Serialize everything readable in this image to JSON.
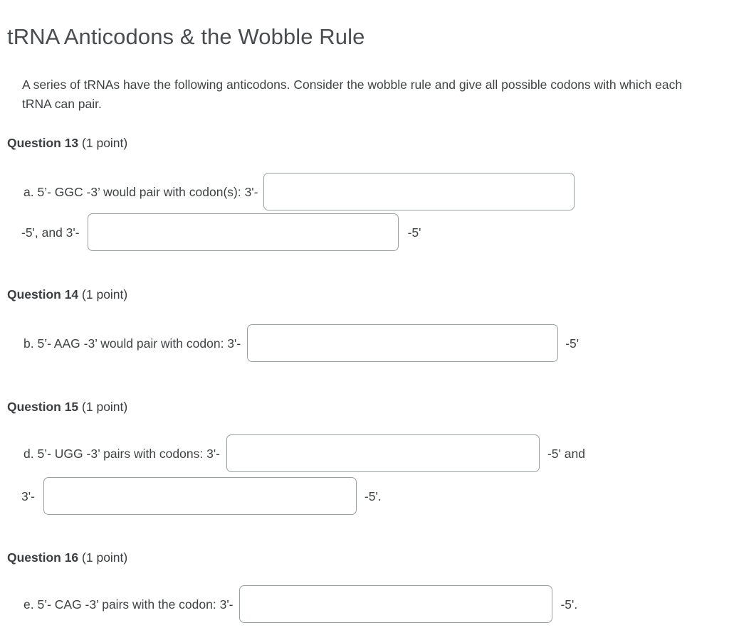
{
  "header": {
    "title": "tRNA Anticodons & the Wobble Rule",
    "intro": "A series of tRNAs have the following anticodons. Consider the wobble rule and give all possible codons with which each tRNA can pair."
  },
  "questions": [
    {
      "id": "q13",
      "label": "Question 13",
      "points": " (1 point)",
      "rows": [
        {
          "prefix": "a. 5’- GGC -3’ would pair with codon(s): 3'-",
          "suffix": "",
          "input": {
            "value": "",
            "placeholder": ""
          }
        },
        {
          "prefix": "-5', and 3'-",
          "suffix": "-5'",
          "input": {
            "value": "",
            "placeholder": ""
          }
        }
      ]
    },
    {
      "id": "q14",
      "label": "Question 14",
      "points": " (1 point)",
      "rows": [
        {
          "prefix": "b. 5’- AAG -3’ would pair with codon: 3'-",
          "suffix": "-5'",
          "input": {
            "value": "",
            "placeholder": ""
          }
        }
      ]
    },
    {
      "id": "q15",
      "label": "Question 15",
      "points": " (1 point)",
      "rows": [
        {
          "prefix": "d. 5’- UGG -3’ pairs with codons: 3'-",
          "suffix": "-5' and",
          "input": {
            "value": "",
            "placeholder": ""
          }
        },
        {
          "prefix": "3'-",
          "suffix": "-5'.",
          "input": {
            "value": "",
            "placeholder": ""
          }
        }
      ]
    },
    {
      "id": "q16",
      "label": "Question 16",
      "points": " (1 point)",
      "rows": [
        {
          "prefix": "e. 5’- CAG -3’ pairs with the codon: 3'-",
          "suffix": "-5'.",
          "input": {
            "value": "",
            "placeholder": ""
          }
        }
      ]
    }
  ],
  "colors": {
    "text": "#3f4243",
    "title": "#4a4d4f",
    "input_border": "#9aa0a2",
    "background": "#ffffff"
  }
}
